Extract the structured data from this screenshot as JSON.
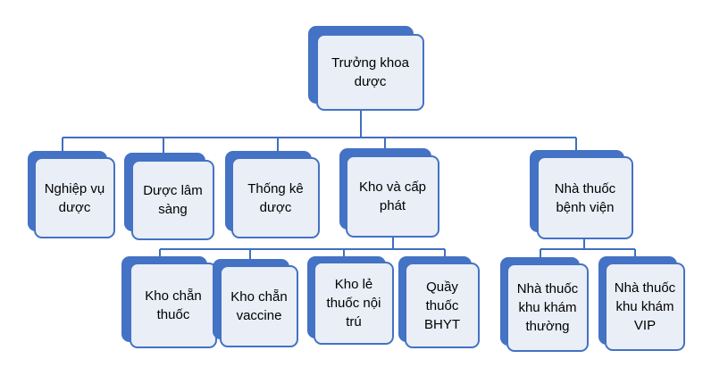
{
  "colors": {
    "shadow": "#4472c4",
    "card_fill": "#e9eef7",
    "card_border": "#4472c4",
    "connector": "#3f6fbf",
    "text": "#000000"
  },
  "diagram": {
    "type": "org-chart",
    "root": {
      "id": "truong-khoa-duoc",
      "label": "Trưởng khoa\ndược",
      "children": [
        {
          "id": "nghiep-vu-duoc",
          "label": "Nghiệp vụ\ndược",
          "children": []
        },
        {
          "id": "duoc-lam-sang",
          "label": "Dược lâm\nsàng",
          "children": []
        },
        {
          "id": "thong-ke-duoc",
          "label": "Thống kê\ndược",
          "children": []
        },
        {
          "id": "kho-va-cap-phat",
          "label": "Kho và cấp\nphát",
          "children": [
            {
              "id": "kho-chan-thuoc",
              "label": "Kho chẵn\nthuốc",
              "children": []
            },
            {
              "id": "kho-chan-vaccine",
              "label": "Kho chẵn\nvaccine",
              "children": []
            },
            {
              "id": "kho-le-thuoc-noi-tru",
              "label": "Kho lẻ\nthuốc nội\ntrú",
              "children": []
            },
            {
              "id": "quay-thuoc-bhyt",
              "label": "Quầy\nthuốc\nBHYT",
              "children": []
            }
          ]
        },
        {
          "id": "nha-thuoc-benh-vien",
          "label": "Nhà thuốc\nbệnh viện",
          "children": [
            {
              "id": "nha-thuoc-khu-kham-thuong",
              "label": "Nhà thuốc\nkhu khám\nthường",
              "children": []
            },
            {
              "id": "nha-thuoc-khu-kham-vip",
              "label": "Nhà thuốc\nkhu khám\nVIP",
              "children": []
            }
          ]
        }
      ]
    }
  }
}
